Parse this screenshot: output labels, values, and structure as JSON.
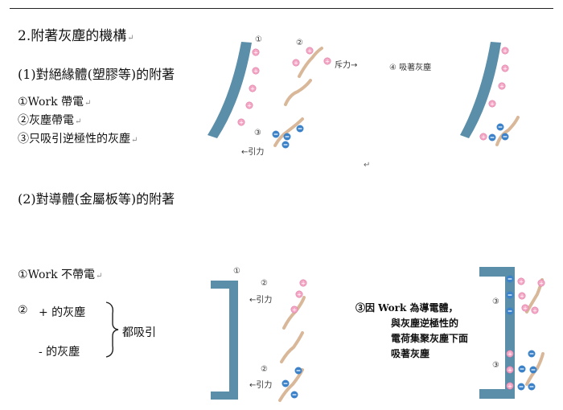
{
  "section_title": "2.附著灰塵的機構",
  "part1": {
    "title": "(1)對絕緣體(塑膠等)的附著",
    "items": [
      "①Work 帶電",
      "②灰塵帶電",
      "③只吸引逆極性的灰塵"
    ]
  },
  "part2": {
    "title": "(2)對導體(金屬板等)的附著",
    "item1": "①Work 不帶電",
    "item2_num": "②",
    "item2_plus": "+ 的灰塵",
    "item2_minus": "- 的灰塵",
    "item2_result": "都吸引"
  },
  "diagram1": {
    "num1": "①",
    "num2": "②",
    "num3": "③",
    "num4": "④",
    "repel_label": "斥力→",
    "attract_label": "←引力",
    "adsorb_label": "吸著灰塵"
  },
  "diagram2": {
    "num1": "①",
    "num2_top": "②",
    "num2_bottom": "②",
    "attract_top": "←引力",
    "attract_bottom": "←引力"
  },
  "diagram3": {
    "num3_top": "③",
    "num3_bottom": "③",
    "note_lines": [
      "③因 Work 為導電體，",
      "與灰塵逆極性的",
      "電荷集聚灰塵下面",
      "吸著灰塵"
    ]
  },
  "edit_mark": "↵",
  "colors": {
    "plate": "#5b8ea8",
    "plus_dot": "#f2a6c4",
    "minus_dot": "#3b82c8",
    "dust": "#d9b89a"
  }
}
